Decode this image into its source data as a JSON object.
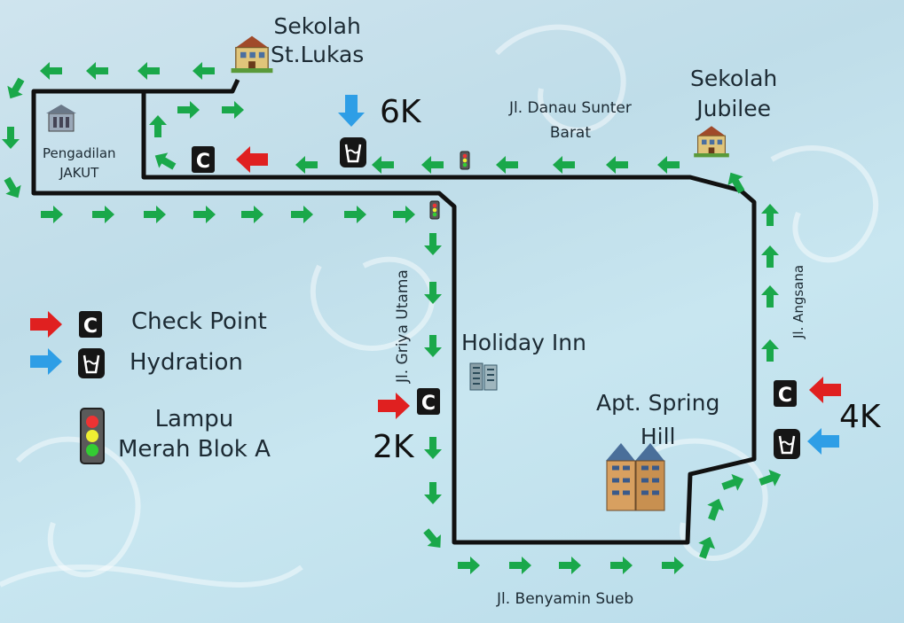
{
  "places": {
    "sekolah_st_lukas": [
      "Sekolah",
      "St.Lukas"
    ],
    "pengadilan": [
      "Pengadilan",
      "JAKUT"
    ],
    "sekolah_jubilee": [
      "Sekolah",
      "Jubilee"
    ],
    "holiday_inn": "Holiday Inn",
    "apt_spring_hill": [
      "Apt. Spring",
      "Hill"
    ]
  },
  "streets": {
    "danau_sunter": [
      "Jl. Danau Sunter",
      "Barat"
    ],
    "griya_utama": "Jl. Griya Utama",
    "angsana": "Jl. Angsana",
    "benyamin_sueb": "Jl. Benyamin Sueb"
  },
  "distance_markers": {
    "km2": "2K",
    "km4": "4K",
    "km6": "6K"
  },
  "legend": {
    "checkpoint": "Check Point",
    "hydration": "Hydration",
    "lampu": [
      "Lampu",
      "Merah Blok A"
    ]
  },
  "checkpoint_letter": "C",
  "colors": {
    "route": "#111111",
    "arrow": "#1aa84a",
    "checkpoint_pointer": "#e02020",
    "hydration_pointer": "#2e9ee6",
    "marker_bg": "#161616"
  },
  "icons": {
    "checkpoint": "checkpoint-c-icon",
    "hydration": "water-cup-icon",
    "traffic_light": "traffic-light-icon",
    "school": "school-building-icon",
    "court": "court-building-icon",
    "hotel": "hotel-building-icon",
    "apartment": "apartment-building-icon"
  }
}
